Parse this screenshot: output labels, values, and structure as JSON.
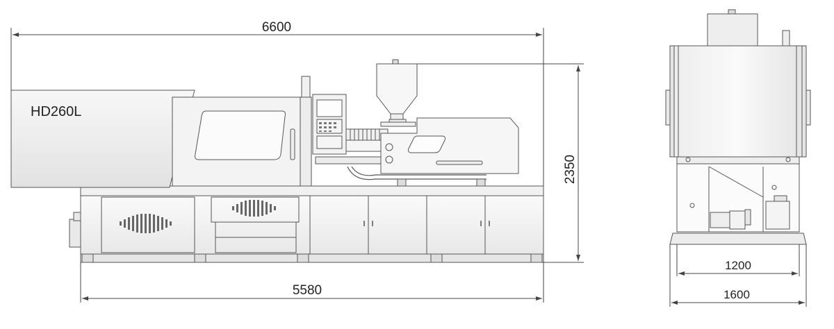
{
  "model": "HD260L",
  "dimensions": {
    "overall_length": "6600",
    "base_length": "5580",
    "height": "2350",
    "inner_width": "1200",
    "overall_width": "1600"
  }
}
